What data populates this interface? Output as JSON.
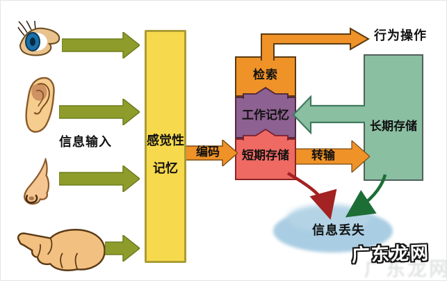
{
  "diagram": {
    "labels": {
      "input": "信息输入",
      "sensory_line1": "感觉性",
      "sensory_line2": "记忆",
      "encode": "编码",
      "retrieval": "检索",
      "working_memory": "工作记忆",
      "short_term": "短期存储",
      "transfer": "转输",
      "long_term": "长期存储",
      "behavior": "行为操作",
      "info_loss": "信息丢失",
      "watermark": "广东龙网"
    },
    "icons": [
      "eye-icon",
      "ear-icon",
      "nose-icon",
      "hand-icon"
    ],
    "flows": [
      {
        "from": "senses",
        "to": "sensory-memory",
        "via": "green-arrows"
      },
      {
        "from": "sensory-memory",
        "to": "short-term-store",
        "label": "编码"
      },
      {
        "from": "short-term-store",
        "to": "long-term-store",
        "label": "转输"
      },
      {
        "from": "long-term-store",
        "to": "working-memory"
      },
      {
        "from": "short-term-store",
        "to": "working-memory",
        "via": "notch"
      },
      {
        "from": "working-memory",
        "to": "retrieval",
        "via": "notch"
      },
      {
        "from": "retrieval",
        "to": "behavior-operation"
      },
      {
        "from": "short-term-store",
        "to": "info-loss"
      },
      {
        "from": "long-term-store",
        "to": "info-loss"
      }
    ],
    "colors": {
      "input_arrow_green": "#8e9c2b",
      "sensory_yellow": "#f7d94d",
      "sensory_border": "#ab9c35",
      "process_orange": "#ef9228",
      "orange_outline": "#5a3a10",
      "working_memory_purple": "#8d6191",
      "short_term_red": "#ef6a63",
      "long_term_green": "#8bbfa2",
      "loss_cloud_blue": "#a9cde3",
      "loss_arrow_red": "#a32222",
      "loss_arrow_green": "#1c6e35"
    }
  }
}
